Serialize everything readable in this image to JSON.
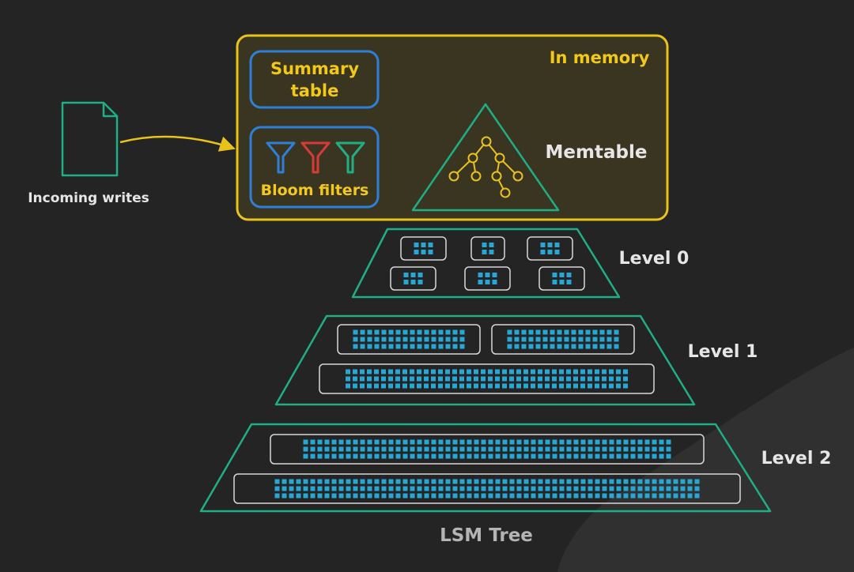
{
  "incoming": {
    "label": "Incoming writes",
    "icon": "document-icon"
  },
  "memory": {
    "label": "In memory",
    "summary_table": {
      "line1": "Summary",
      "line2": "table"
    },
    "bloom_filters": {
      "label": "Bloom filters",
      "icons": [
        "funnel-icon-blue",
        "funnel-icon-red",
        "funnel-icon-green"
      ]
    },
    "memtable": {
      "label": "Memtable",
      "icon": "tree-icon"
    }
  },
  "levels": [
    {
      "label": "Level 0"
    },
    {
      "label": "Level 1"
    },
    {
      "label": "Level 2"
    }
  ],
  "caption": "LSM Tree",
  "colors": {
    "background": "#242424",
    "memory_fill": "#3a3520",
    "memory_border": "#e8c21d",
    "yellow_text": "#f2c919",
    "blue_box": "#2f7fd8",
    "teal": "#1fae86",
    "cell": "#27a7d6",
    "funnel_blue": "#2f7fd8",
    "funnel_red": "#d83a3a",
    "funnel_green": "#1fae86",
    "light_text": "#e6e6e6",
    "caption_text": "#b4b4b4"
  }
}
